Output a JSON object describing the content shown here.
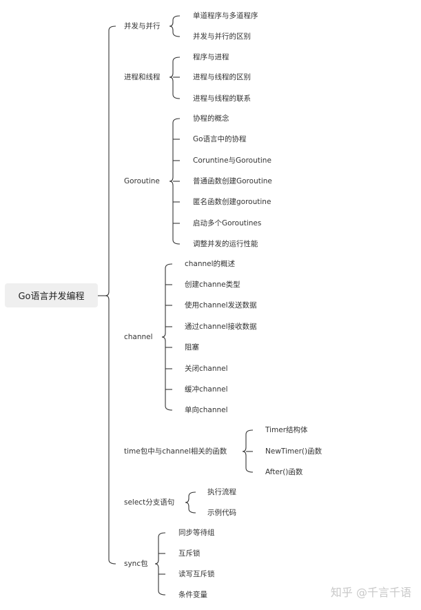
{
  "root": "Go语言并发编程",
  "branches": [
    {
      "label": "并发与并行",
      "children": [
        "单道程序与多道程序",
        "并发与并行的区别"
      ]
    },
    {
      "label": "进程和线程",
      "children": [
        "程序与进程",
        "进程与线程的区别",
        "进程与线程的联系"
      ]
    },
    {
      "label": "Goroutine",
      "children": [
        "协程的概念",
        "Go语言中的协程",
        "Coruntine与Goroutine",
        "普通函数创建Goroutine",
        "匿名函数创建goroutine",
        "启动多个Goroutines",
        "调整并发的运行性能"
      ]
    },
    {
      "label": "channel",
      "children": [
        "channel的概述",
        "创建channe类型",
        "使用channel发送数据",
        "通过channel接收数据",
        "阻塞",
        "关闭channel",
        "缓冲channel",
        "单向channel"
      ]
    },
    {
      "label": "time包中与channel相关的函数",
      "children": [
        "Timer结构体",
        "NewTimer()函数",
        "After()函数"
      ]
    },
    {
      "label": "select分支语句",
      "children": [
        "执行流程",
        "示例代码"
      ]
    },
    {
      "label": "sync包",
      "children": [
        "同步等待组",
        "互斥锁",
        "读写互斥锁",
        "条件变量"
      ]
    }
  ],
  "watermark": "知乎 @千言千语"
}
